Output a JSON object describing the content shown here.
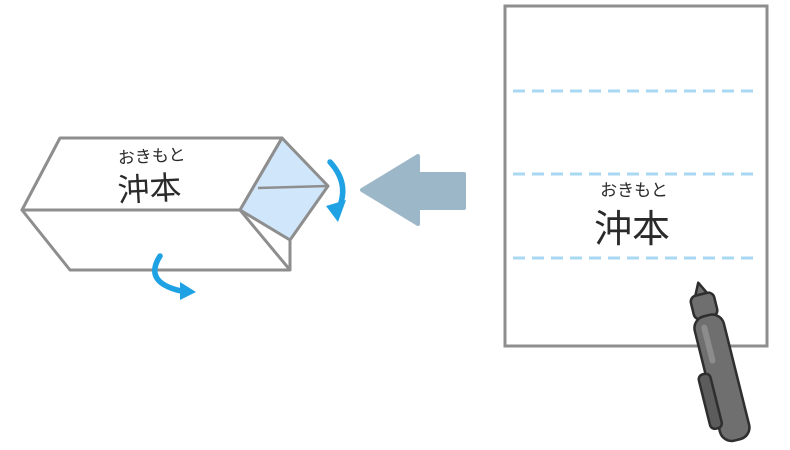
{
  "eraser": {
    "furigana": "おきもと",
    "name": "沖本"
  },
  "paper": {
    "furigana": "おきもと",
    "name": "沖本"
  },
  "colors": {
    "outline": "#8e8e8e",
    "face_fill": "#ffffff",
    "end_face_fill": "#cfe6fb",
    "rotate_arrow": "#1ea2e4",
    "transfer_arrow": "#9cb7c8",
    "guide_line": "#a9d8f3",
    "pen_body": "#6f6f6f"
  },
  "icons": {
    "rotate_right": "curved-arrow-icon",
    "rotate_bottom": "curved-arrow-icon",
    "transfer": "left-arrow-icon",
    "pen": "pen-icon"
  }
}
